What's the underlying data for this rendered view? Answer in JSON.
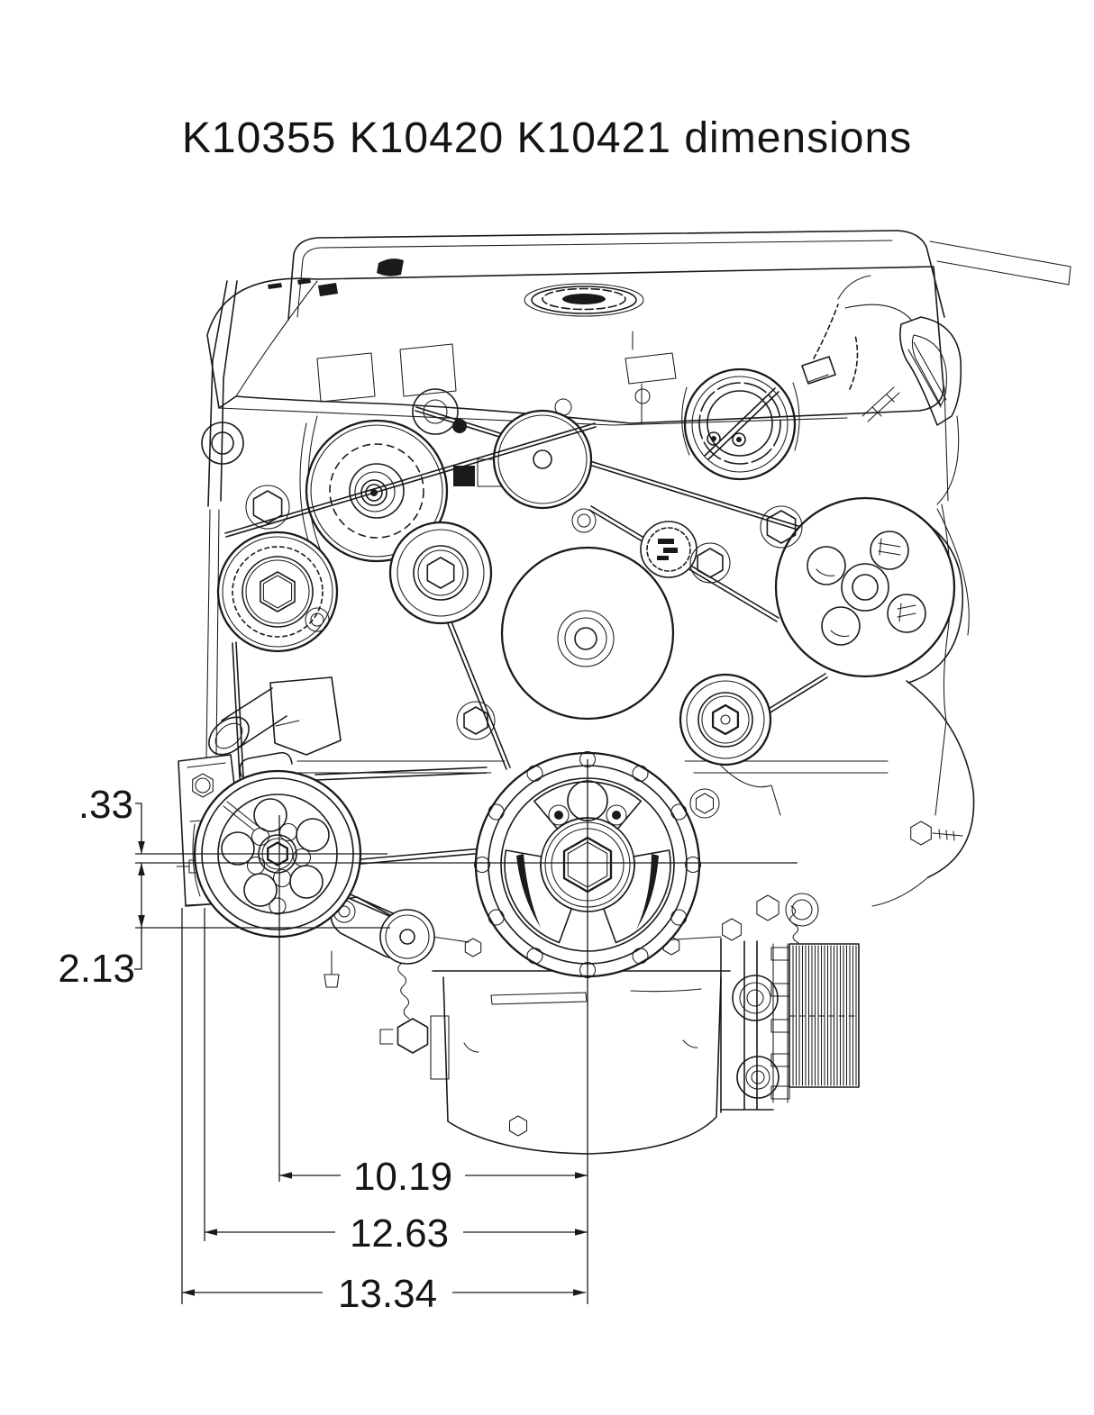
{
  "title": "K10355 K10420 K10421 dimensions",
  "drawing": {
    "type": "engine-front-view-line-drawing",
    "background": "#ffffff",
    "line_color": "#1a1a1a",
    "dimensions": {
      "ac_center_offset": ".33",
      "crank_to_lower_edge": "2.13",
      "ac_to_crank_width": "10.19",
      "mid_width": "12.63",
      "overall_width": "13.34"
    }
  }
}
